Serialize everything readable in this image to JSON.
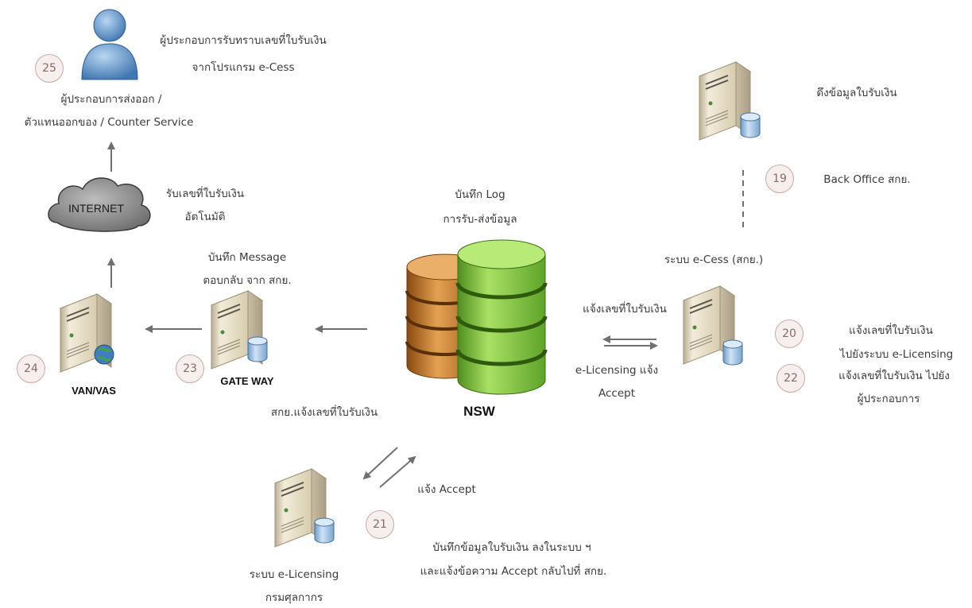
{
  "nodes": {
    "operator": {
      "lines": [
        "ผู้ประกอบการส่งออก /",
        "ตัวแทนออกของ / Counter Service"
      ]
    },
    "internet": {
      "label": "INTERNET"
    },
    "van": {
      "label": "VAN/VAS"
    },
    "gateway": {
      "label": "GATE WAY"
    },
    "nsw": {
      "label": "NSW"
    },
    "ecess": {
      "label": "ระบบ e-Cess (สกย.)"
    },
    "backoffice": {
      "label": "Back Office สกย."
    },
    "elicensing": {
      "lines": [
        "ระบบ e-Licensing",
        "กรมศุลกากร"
      ]
    }
  },
  "badges": [
    "25",
    "24",
    "23",
    "19",
    "20",
    "22",
    "21"
  ],
  "texts": {
    "operator_notice": [
      "ผู้ประกอบการรับทราบเลขที่ใบรับเงิน",
      "จากโปรแกรม e-Cess"
    ],
    "auto_receipt": [
      "รับเลขที่ใบรับเงิน",
      "อัตโนมัติ"
    ],
    "gateway_message": [
      "บันทึก Message",
      "ตอบกลับ จาก สกย."
    ],
    "nsw_log": [
      "บันทึก Log",
      "การรับ-ส่งข้อมูล"
    ],
    "pull_receipt": "ดึงข้อมูลใบรับเงิน",
    "ecess_notify": "แจ้งเลขที่ใบรับเงิน",
    "elic_accept": [
      "e-Licensing แจ้ง",
      "Accept"
    ],
    "step20": [
      "แจ้งเลขที่ใบรับเงิน",
      "ไปยังระบบ e-Licensing"
    ],
    "step22": [
      "แจ้งเลขที่ใบรับเงิน ไปยัง",
      "ผู้ประกอบการ"
    ],
    "skoy_notify": "สกย.แจ้งเลขที่ใบรับเงิน",
    "notify_accept": "แจ้ง Accept",
    "step21": [
      "บันทึกข้อมูลใบรับเงิน ลงในระบบ ฯ",
      "และแจ้งข้อความ Accept กลับไปที่ สกย."
    ]
  },
  "colors": {
    "arrow": "#707070",
    "server": "#e6dcc4",
    "db": "#8fb8dc",
    "nsw_green": "#7cc242",
    "nsw_orange": "#c97b28"
  }
}
